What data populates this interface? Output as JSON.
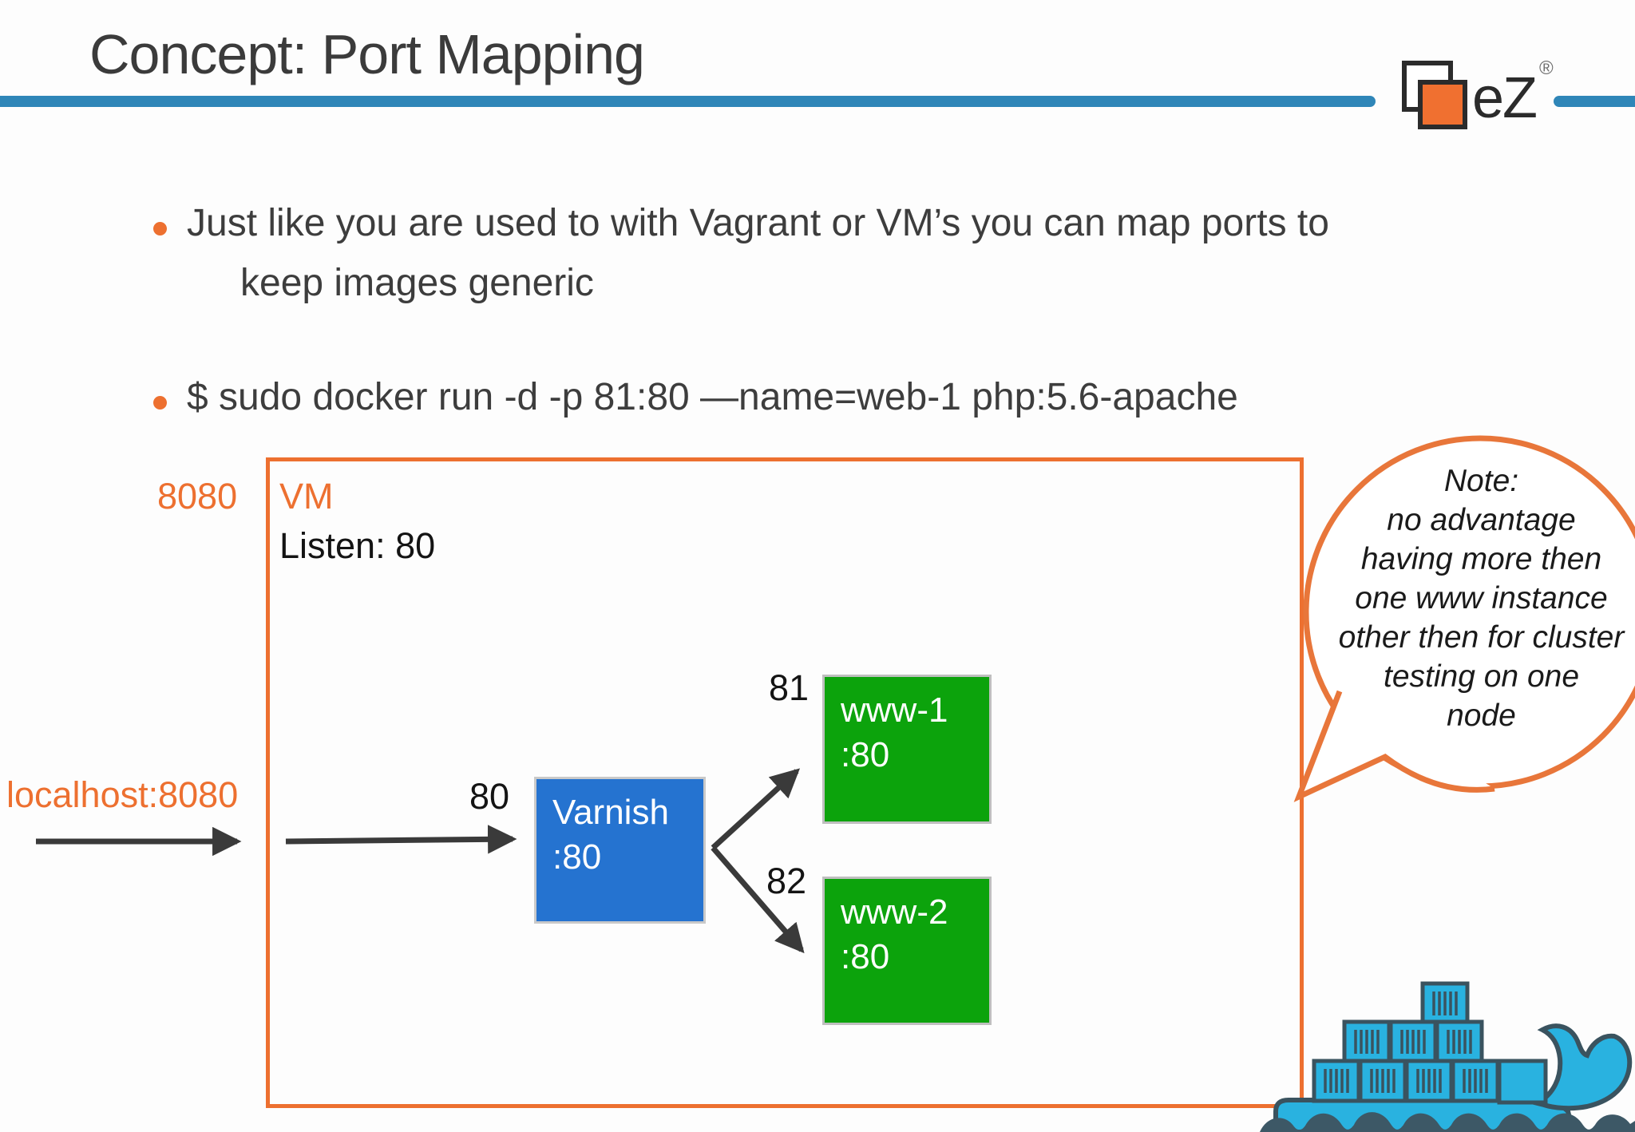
{
  "slide": {
    "title": "Concept: Port Mapping",
    "bullets": [
      {
        "line1": "Just like you are used to with Vagrant or VM’s you can map ports to",
        "line2": "keep images generic"
      },
      {
        "line1": "$ sudo docker run -d -p 81:80 —name=web-1 php:5.6-apache"
      }
    ]
  },
  "logo": {
    "text": "eZ",
    "registered": "®"
  },
  "diagram": {
    "outer_port_label": "8080",
    "host_label": "localhost:8080",
    "vm_label": "VM",
    "vm_listen_label": "Listen: 80",
    "varnish_in_port_label": "80",
    "www1_port_label": "81",
    "www2_port_label": "82",
    "varnish": {
      "name": "Varnish",
      "port": ":80"
    },
    "www1": {
      "name": "www-1",
      "port": ":80"
    },
    "www2": {
      "name": "www-2",
      "port": ":80"
    },
    "note_lines": [
      "Note:",
      "no advantage",
      "having more then",
      "one www instance",
      "other then for cluster",
      "testing on one",
      "node"
    ]
  },
  "colors": {
    "accent_orange": "#ed7030",
    "rule_blue": "#2f86b8",
    "varnish_blue": "#2573d0",
    "www_green": "#0ca30c",
    "arrow_dark": "#3a3a3a",
    "whale_blue": "#29b2e0",
    "whale_outline": "#3a535f"
  }
}
